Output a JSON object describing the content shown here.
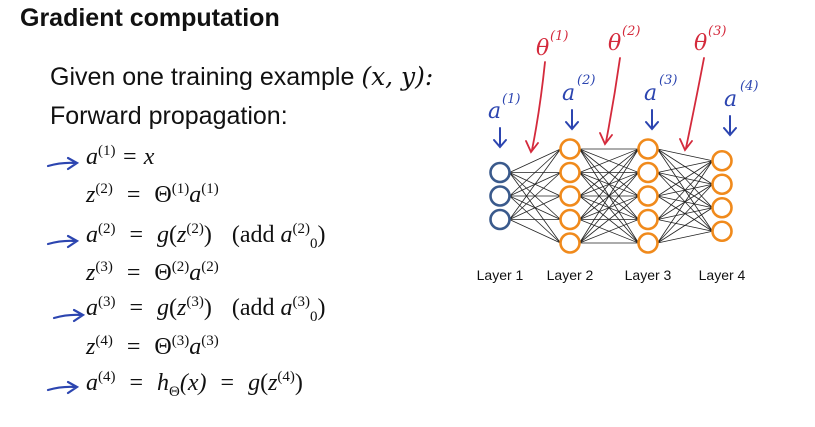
{
  "title": "Gradient computation",
  "given": {
    "text": "Given one training example",
    "pair": "(x, y):"
  },
  "forward": "Forward propagation:",
  "equations": [
    {
      "lhs": "a",
      "lhs_sup": "(1)",
      "rhs": "= x"
    },
    {
      "lhs": "z",
      "lhs_sup": "(2)",
      "rhs_main": "Θ",
      "rhs_sup": "(1)",
      "rhs_var": "a",
      "rhs_var_sup": "(1)"
    },
    {
      "lhs": "a",
      "lhs_sup": "(2)",
      "g_arg": "z",
      "g_sup": "(2)",
      "add": "(add",
      "a0_sup": "(2)",
      "a0_sub": "0"
    },
    {
      "lhs": "z",
      "lhs_sup": "(3)",
      "rhs_main": "Θ",
      "rhs_sup": "(2)",
      "rhs_var": "a",
      "rhs_var_sup": "(2)"
    },
    {
      "lhs": "a",
      "lhs_sup": "(3)",
      "g_arg": "z",
      "g_sup": "(3)",
      "add": "(add",
      "a0_sup": "(3)",
      "a0_sub": "0"
    },
    {
      "lhs": "z",
      "lhs_sup": "(4)",
      "rhs_main": "Θ",
      "rhs_sup": "(3)",
      "rhs_var": "a",
      "rhs_var_sup": "(3)"
    },
    {
      "lhs": "a",
      "lhs_sup": "(4)",
      "h": "h",
      "h_sub": "Θ",
      "h_arg": "(x)",
      "g_arg": "z",
      "g_sup": "(4)"
    }
  ],
  "network": {
    "layers": [
      {
        "label": "Layer 1",
        "units": 3,
        "color": "#3a5a8c"
      },
      {
        "label": "Layer 2",
        "units": 5,
        "color": "#f08a1c"
      },
      {
        "label": "Layer 3",
        "units": 5,
        "color": "#f08a1c"
      },
      {
        "label": "Layer 4",
        "units": 4,
        "color": "#f08a1c"
      }
    ],
    "activation_labels": [
      {
        "base": "a",
        "sup": "(1)"
      },
      {
        "base": "a",
        "sup": "(2)"
      },
      {
        "base": "a",
        "sup": "(3)"
      },
      {
        "base": "a",
        "sup": "(4)"
      }
    ],
    "theta_labels": [
      {
        "base": "θ",
        "sup": "(1)"
      },
      {
        "base": "θ",
        "sup": "(2)"
      },
      {
        "base": "θ",
        "sup": "(3)"
      }
    ],
    "colors": {
      "handwriting_blue": "#2c45b0",
      "handwriting_red": "#d42a3c",
      "edges": "#222222"
    }
  }
}
